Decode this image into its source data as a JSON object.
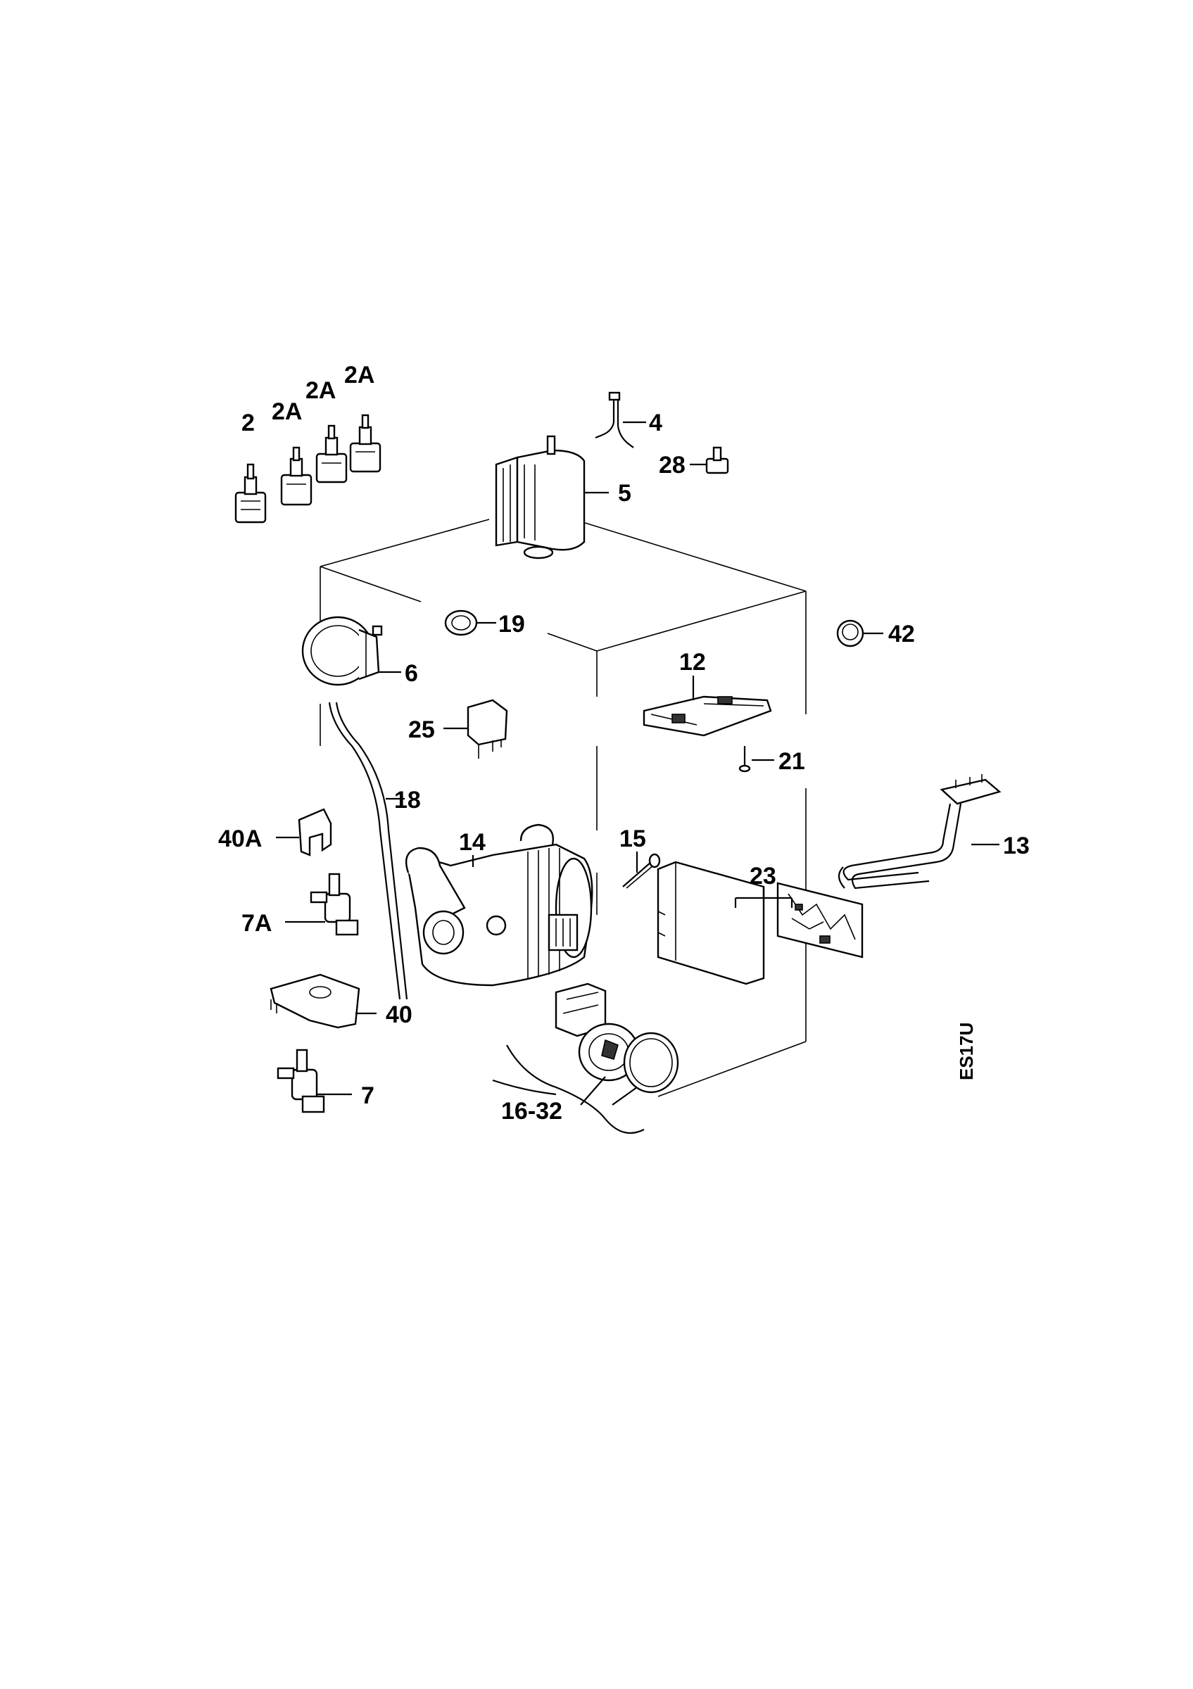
{
  "diagram": {
    "drawing_code": "ES17U",
    "part_labels": {
      "p2": "2",
      "p2a_1": "2A",
      "p2a_2": "2A",
      "p2a_3": "2A",
      "p4": "4",
      "p28": "28",
      "p5": "5",
      "p19": "19",
      "p42": "42",
      "p6": "6",
      "p12": "12",
      "p25": "25",
      "p21": "21",
      "p18": "18",
      "p13": "13",
      "p40a": "40A",
      "p14": "14",
      "p15": "15",
      "p23": "23",
      "p7a": "7A",
      "p40": "40",
      "p7": "7",
      "p16_32": "16-32"
    }
  }
}
